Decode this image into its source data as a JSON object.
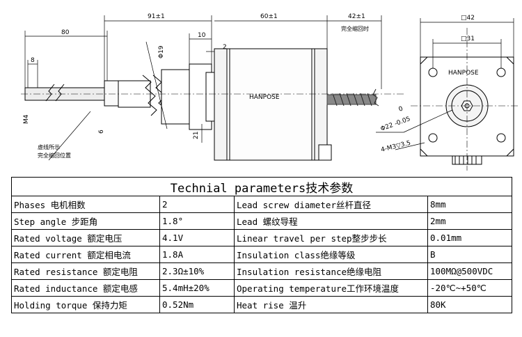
{
  "drawing": {
    "dims": {
      "d80": "80",
      "d8": "8",
      "m4": "M4",
      "d6": "6",
      "d91": "91±1",
      "d60": "60±1",
      "d42a": "42±1",
      "d42b": "□42",
      "d31": "□31",
      "d10": "10",
      "d2": "2",
      "phi19": "Φ19",
      "d21": "21",
      "d0": "0",
      "phi22": "Φ22 -0.05",
      "screws": "4-M3▽3.5"
    },
    "notes": {
      "compress_pos": "完全缩回时",
      "dashed_note_1": "虚线所示",
      "dashed_note_2": "完全缩回位置"
    },
    "brand_side": "HANPOSE",
    "brand_front": "HANPOSE"
  },
  "table": {
    "title": "Technial parameters技术参数",
    "rows": [
      [
        "Phases 电机相数",
        "2",
        "Lead screw diameter丝杆直径",
        "8mm"
      ],
      [
        "Step angle 步距角",
        "1.8°",
        "Lead 螺纹导程",
        "2mm"
      ],
      [
        "Rated voltage 额定电压",
        "4.1V",
        "Linear travel per step整步步长",
        "0.01mm"
      ],
      [
        "Rated current 额定相电流",
        "1.8A",
        "Insulation class绝缘等级",
        "B"
      ],
      [
        "Rated resistance 额定电阻",
        "2.3Ω±10%",
        "Insulation resistance绝缘电阻",
        "100MΩ@500VDC"
      ],
      [
        "Rated inductance 额定电感",
        "5.4mH±20%",
        "Operating temperature工作环境温度",
        "-20℃~+50℃"
      ],
      [
        "Holding torque 保持力矩",
        "0.52Nm",
        "Heat rise 温升",
        "80K"
      ]
    ]
  }
}
